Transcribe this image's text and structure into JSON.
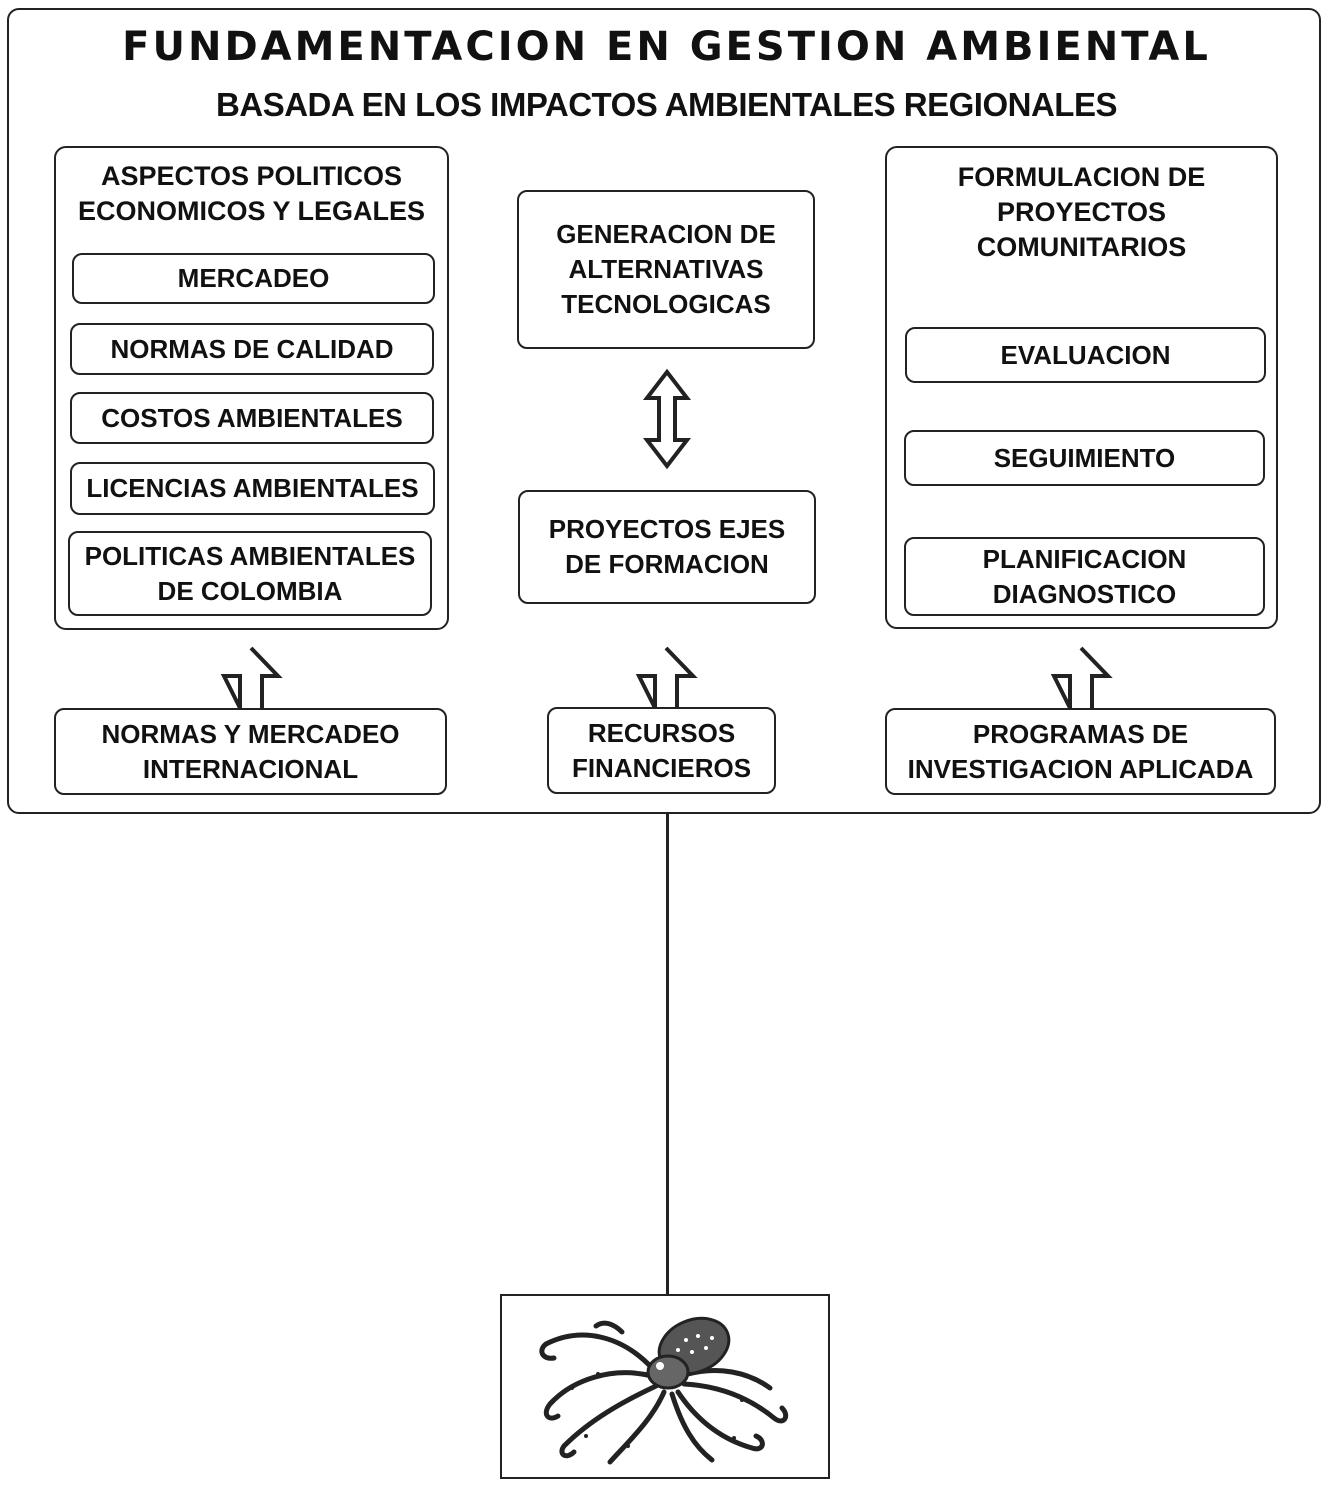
{
  "title": "FUNDAMENTACION EN GESTION AMBIENTAL",
  "subtitle": "BASADA EN LOS IMPACTOS AMBIENTALES REGIONALES",
  "left_panel": {
    "title": "ASPECTOS POLITICOS\nECONOMICOS Y LEGALES",
    "items": [
      "MERCADEO",
      "NORMAS DE CALIDAD",
      "COSTOS AMBIENTALES",
      "LICENCIAS AMBIENTALES",
      "POLITICAS AMBIENTALES\nDE COLOMBIA"
    ]
  },
  "center": {
    "top": "GENERACION DE\nALTERNATIVAS\nTECNOLOGICAS",
    "bottom": "PROYECTOS EJES\nDE FORMACION"
  },
  "right_panel": {
    "title": "FORMULACION DE\nPROYECTOS\nCOMUNITARIOS",
    "items": [
      "EVALUACION",
      "SEGUIMIENTO",
      "PLANIFICACION\nDIAGNOSTICO"
    ]
  },
  "bottom_inputs": [
    "NORMAS Y MERCADEO\nINTERNACIONAL",
    "RECURSOS\nFINANCIEROS",
    "PROGRAMAS DE\nINVESTIGACION APLICADA"
  ],
  "illustration": "octopus-icon"
}
